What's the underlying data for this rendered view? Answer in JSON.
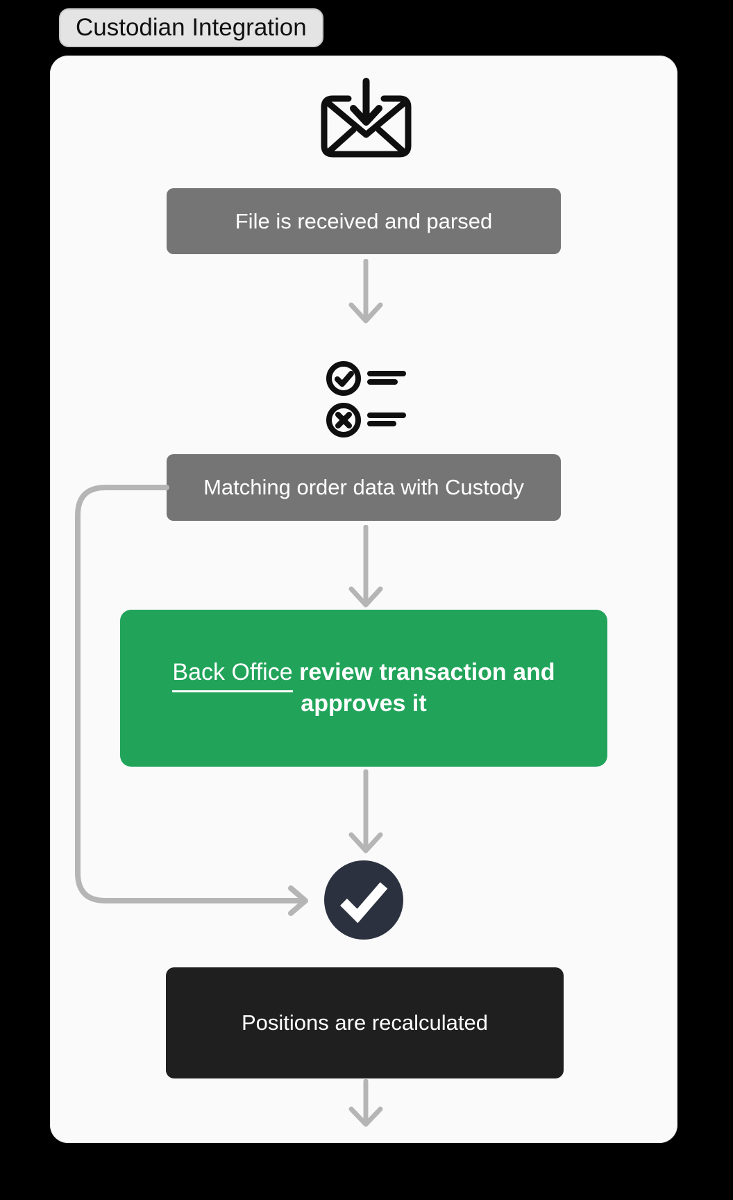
{
  "badge": {
    "label": "Custodian Integration"
  },
  "flow": {
    "step1": {
      "label": "File is received and parsed"
    },
    "step2": {
      "label": "Matching order data with Custody"
    },
    "step3": {
      "link_text": "Back Office",
      "bold_text": "review transaction and approves it"
    },
    "step4": {
      "label": "Positions are recalculated"
    }
  },
  "icons": {
    "top_icon": "mail-arrow-down-icon",
    "matching_icon": "checklist-match-icon",
    "approval_icon": "check-circle-icon",
    "connectors": "down-arrow-icon"
  },
  "colors": {
    "background": "#000000",
    "card": "#fafafa",
    "badge_bg": "#e4e4e4",
    "step_gray": "#757575",
    "accent_green": "#21a45a",
    "step_dark": "#1f1f1f",
    "check_circle_navy": "#2b313f",
    "arrow_gray": "#b5b5b5",
    "icon_black": "#0f0f0f",
    "text_white": "#ffffff"
  }
}
